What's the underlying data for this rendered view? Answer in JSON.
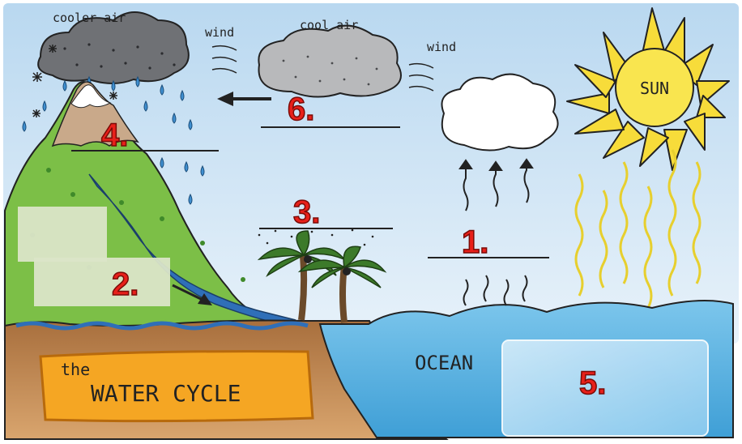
{
  "labels": {
    "cooler_air": "cooler air",
    "cool_air": "cool air",
    "wind_left": "wind",
    "wind_right": "wind",
    "sun": "SUN",
    "ocean": "OCEAN",
    "title_the": "the",
    "title_main": "WATER CYCLE"
  },
  "numbers": {
    "n1": "1.",
    "n2": "2.",
    "n3": "3.",
    "n4": "4.",
    "n5": "5.",
    "n6": "6."
  },
  "colors": {
    "sky": "#cfe3f3",
    "ocean": "#5fb6e3",
    "land": "#c9925c",
    "grass": "#79bf45",
    "sun": "#f7e04a",
    "banner": "#f5a623",
    "number_red": "#e8201a",
    "answer_box": "#dbe7c9"
  }
}
